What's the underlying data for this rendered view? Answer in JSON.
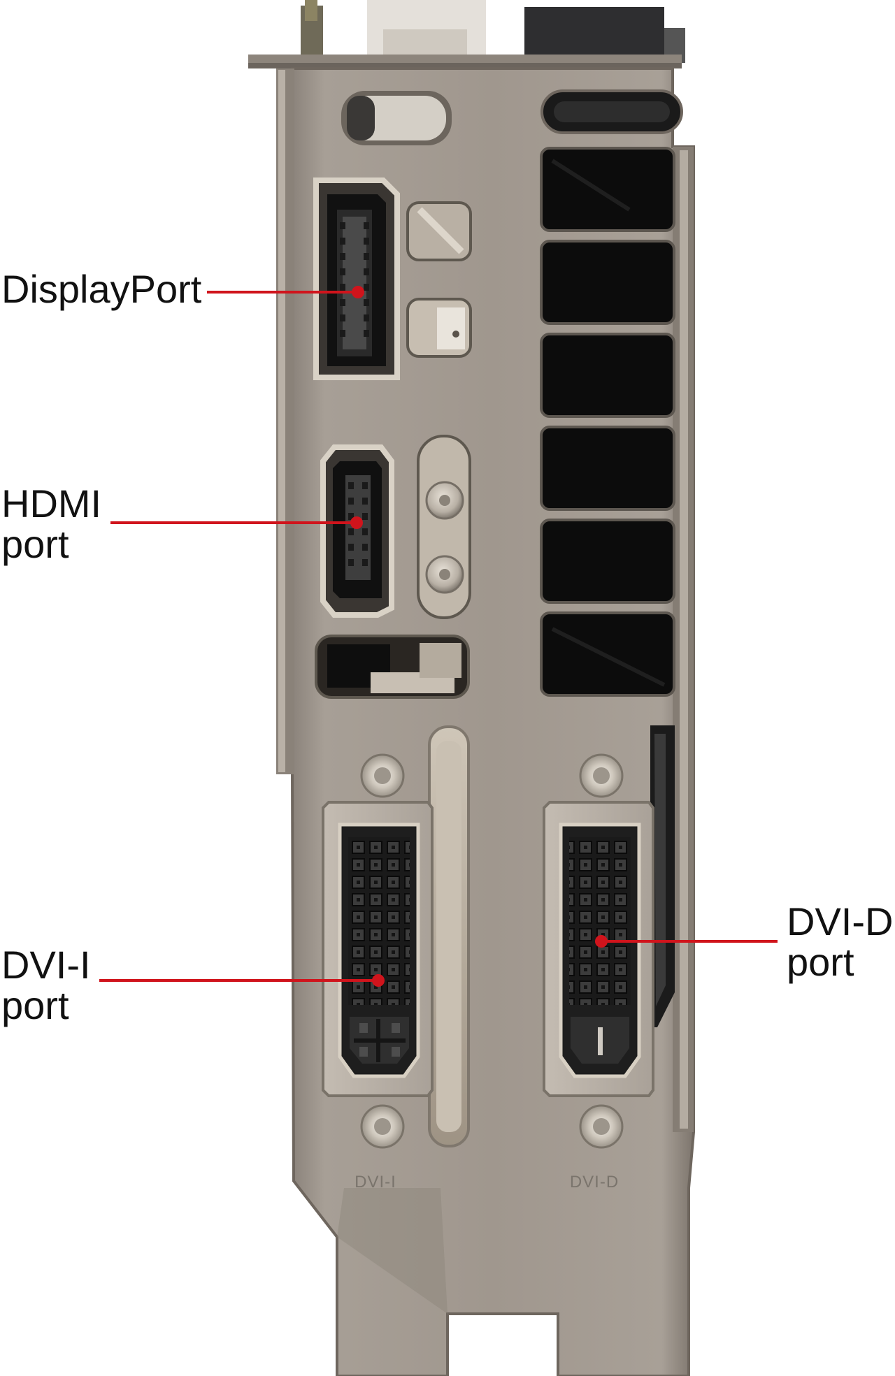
{
  "callouts": {
    "displayport": {
      "line1": "DisplayPort",
      "line2": ""
    },
    "hdmi": {
      "line1": "HDMI",
      "line2": "port"
    },
    "dvi_i": {
      "line1": "DVI-I",
      "line2": "port"
    },
    "dvi_d": {
      "line1": "DVI-D",
      "line2": "port"
    }
  },
  "bracket_engravings": {
    "left": "DVI-I",
    "right": "DVI-D"
  },
  "colors": {
    "leader_line": "#d0141c",
    "bracket_metal": "#9e958c",
    "bracket_edge": "#6e665e",
    "vent_dark": "#0c0c0c",
    "label_text": "#111111"
  }
}
